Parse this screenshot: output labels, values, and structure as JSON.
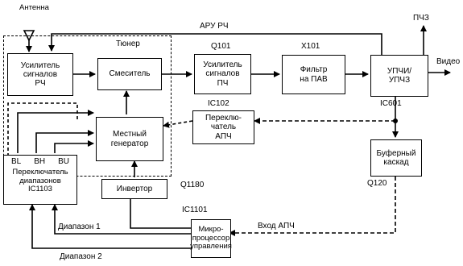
{
  "labels": {
    "antenna": "Антенна",
    "agc_rf": "АРУ РЧ",
    "tuner": "Тюнер",
    "q101": "Q101",
    "x101": "X101",
    "ic102": "IC102",
    "ic601": "IC601",
    "q120": "Q120",
    "q1180": "Q1180",
    "ic1101": "IC1101",
    "pch3": "ПЧЗ",
    "video": "Видео",
    "band1": "Диапазон 1",
    "band2": "Диапазон 2",
    "afc_input": "Вход АПЧ",
    "bl": "BL",
    "bh": "BH",
    "bu": "BU"
  },
  "blocks": {
    "rf_amp": "Усилитель\nсигналов\nРЧ",
    "mixer": "Смеситель",
    "if_amp": "Усилитель\nсигналов\nПЧ",
    "saw_filter": "Фильтр\nна ПАВ",
    "upchi": "УПЧИ/\nУПЧЗ",
    "afc_switch": "Переклю-\nчатель\nАПЧ",
    "local_osc": "Местный\nгенератор",
    "buffer": "Буферный\nкаскад",
    "band_switch": "Переключатель\nдиапазонов\nIC1103",
    "inverter": "Инвертор",
    "mcu": "Микро-\nпроцессор\nуправления"
  }
}
